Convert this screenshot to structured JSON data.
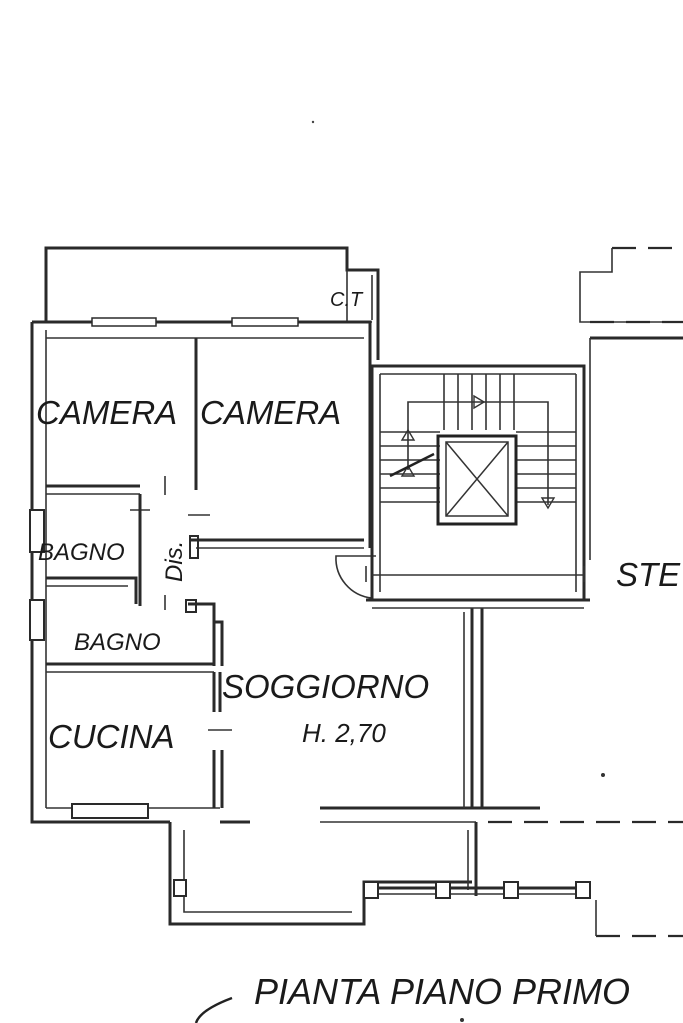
{
  "rooms": {
    "camera_left": "CAMERA",
    "camera_right": "CAMERA",
    "bagno_upper": "BAGNO",
    "bagno_lower": "BAGNO",
    "disimpegno": "Dis.",
    "soggiorno": "SOGGIORNO",
    "soggiorno_height": "H. 2,70",
    "cucina": "CUCINA",
    "ct": "C.T",
    "stair_partial": "STE"
  },
  "plan_title": "PIANTA PIANO PRIMO",
  "colors": {
    "ink": "#2a2a2a",
    "paper": "#ffffff"
  }
}
